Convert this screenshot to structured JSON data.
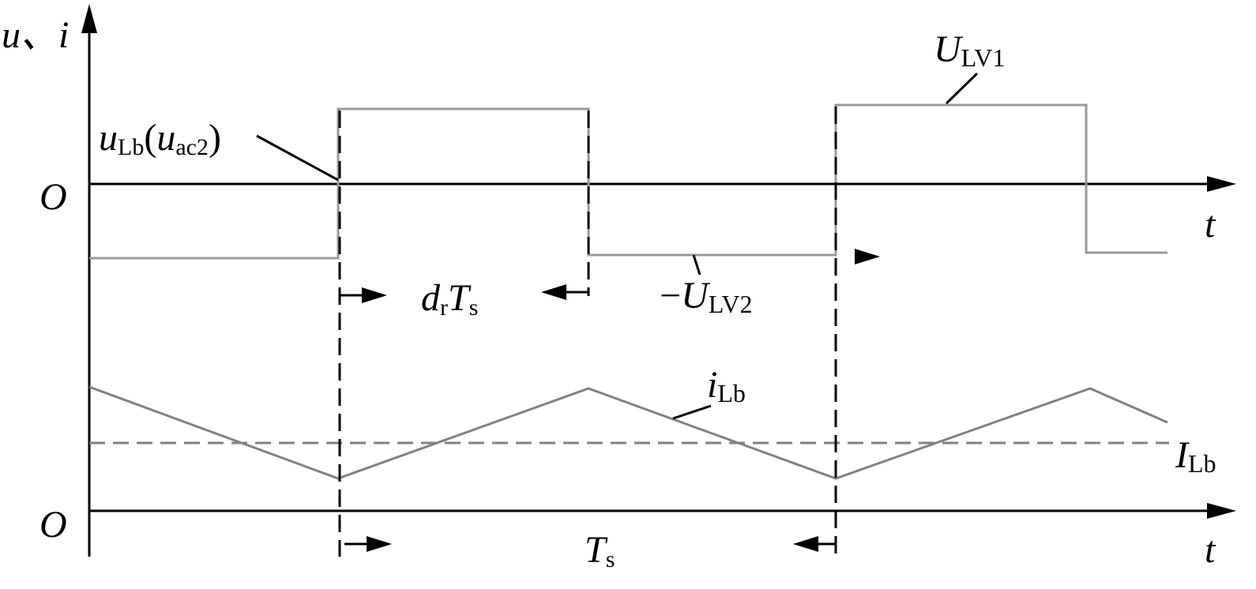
{
  "axes": {
    "y_label": {
      "main": "u、i"
    },
    "origin_label": "O",
    "t_label": "t"
  },
  "waveforms": {
    "voltage": {
      "name": "u",
      "sub": "Lb",
      "paren_open": "(",
      "paren_main": "u",
      "paren_sub": "ac2",
      "paren_close": ")"
    },
    "u_lv1": {
      "main": "U",
      "sub": "LV1"
    },
    "u_lv2": {
      "prefix": "−",
      "main": "U",
      "sub": "LV2"
    },
    "current": {
      "main": "i",
      "sub": "Lb"
    },
    "avg_current": {
      "main": "I",
      "sub": "Lb"
    }
  },
  "intervals": {
    "duty": {
      "main": "d",
      "sub": "r",
      "main2": "T",
      "sub2": "s"
    },
    "period": {
      "main": "T",
      "sub": "s"
    }
  },
  "colors": {
    "axis": "#000000",
    "voltage": "#999999",
    "current": "#808080",
    "avg": "#808080",
    "marker": "#000000"
  }
}
